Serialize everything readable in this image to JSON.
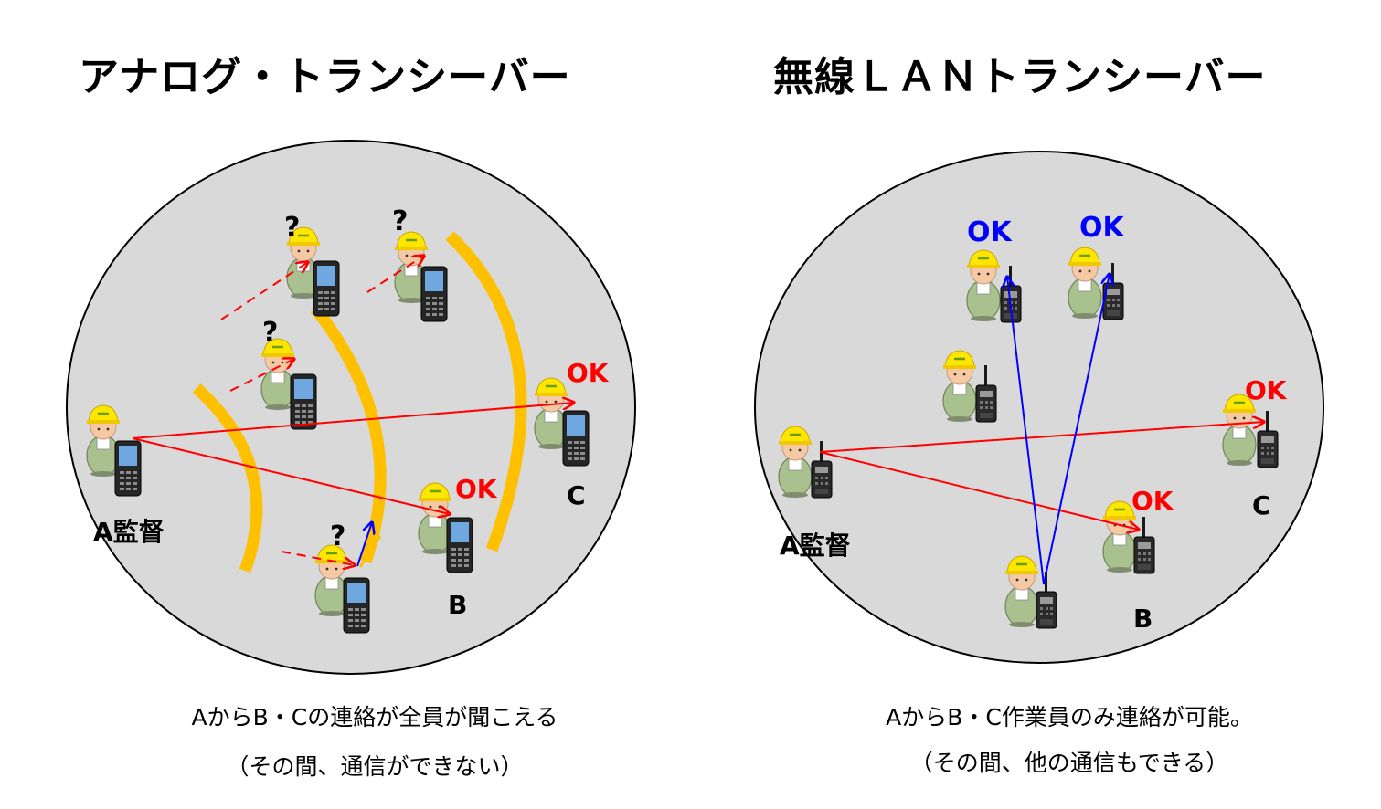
{
  "left_panel": {
    "title": "アナログ・トランシーバー",
    "caption_line1": "AからB・Cの連絡が全員が聞こえる",
    "caption_line2": "（その間、通信ができない）",
    "labels": {
      "a": "A監督",
      "b": "B",
      "c": "C",
      "ok": "OK",
      "question": "?"
    }
  },
  "right_panel": {
    "title": "無線ＬＡＮトランシーバー",
    "caption_line1": "AからB・C作業員のみ連絡が可能。",
    "caption_line2": "（その間、他の通信もできる）",
    "labels": {
      "a": "A監督",
      "b": "B",
      "c": "C",
      "ok": "OK"
    }
  },
  "colors": {
    "circle_fill": "#d9d9d9",
    "wave": "#ffc000",
    "red_link": "#ff0000",
    "blue_link": "#0000ff",
    "helmet": "#ffe600",
    "uniform": "#a9c08f"
  },
  "icons": {
    "worker": "worker-icon",
    "phone": "mobile-phone-icon",
    "radio": "walkie-talkie-icon"
  }
}
